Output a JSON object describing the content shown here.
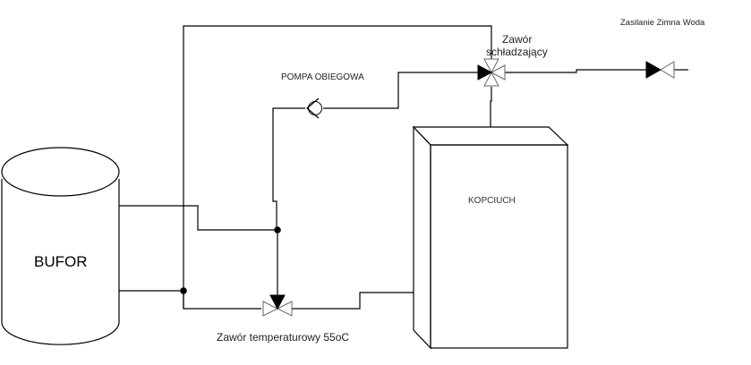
{
  "diagram": {
    "components": {
      "buffer_tank": {
        "label": "BUFOR"
      },
      "boiler": {
        "label": "KOPCIUCH"
      },
      "circulation_pump": {
        "label": "POMPA OBIEGOWA"
      },
      "cooling_valve": {
        "label_line1": "Zawór",
        "label_line2": "schładzający"
      },
      "temperature_valve": {
        "label": "Zawór temperaturowy 55oC"
      },
      "cold_water_supply": {
        "label": "Zasilanie Zimna Woda"
      }
    },
    "colors": {
      "line": "#000000",
      "valve_outline": "#666666",
      "background": "#ffffff"
    }
  }
}
